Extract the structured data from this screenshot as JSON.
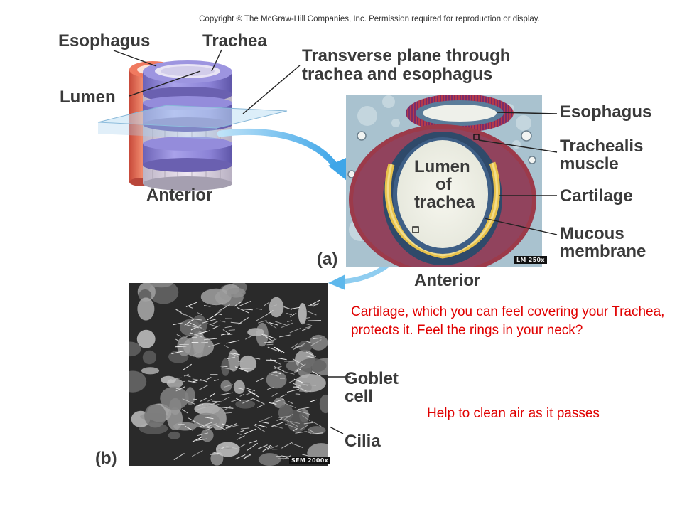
{
  "copyright": "Copyright © The McGraw-Hill Companies, Inc. Permission required for reproduction or display.",
  "part_a": {
    "label": "(a)",
    "scale": "LM 250x",
    "labels": {
      "esophagus_top": "Esophagus",
      "trachea_top": "Trachea",
      "lumen": "Lumen",
      "plane_line1": "Transverse plane through",
      "plane_line2": "trachea and esophagus",
      "anterior_drawing": "Anterior",
      "lumen_trachea_1": "Lumen",
      "lumen_trachea_2": "of",
      "lumen_trachea_3": "trachea",
      "esophagus_right": "Esophagus",
      "trachealis_1": "Trachealis",
      "trachealis_2": "muscle",
      "cartilage": "Cartilage",
      "mucous_1": "Mucous",
      "mucous_2": "membrane",
      "anterior_micro": "Anterior"
    }
  },
  "part_b": {
    "label": "(b)",
    "scale": "SEM 2000x",
    "labels": {
      "goblet_1": "Goblet",
      "goblet_2": "cell",
      "cilia": "Cilia"
    }
  },
  "notes": {
    "cartilage_note": "Cartilage, which you can feel covering your Trachea, protects it.  Feel the rings in your neck?",
    "cilia_note": "Help to clean air as it passes"
  },
  "colors": {
    "annotation_text": "#e00000",
    "label_text": "#3a3a3a",
    "arrow": "#3fa6e8",
    "trachea": "#8f86d8",
    "esophagus": "#e0705a"
  }
}
